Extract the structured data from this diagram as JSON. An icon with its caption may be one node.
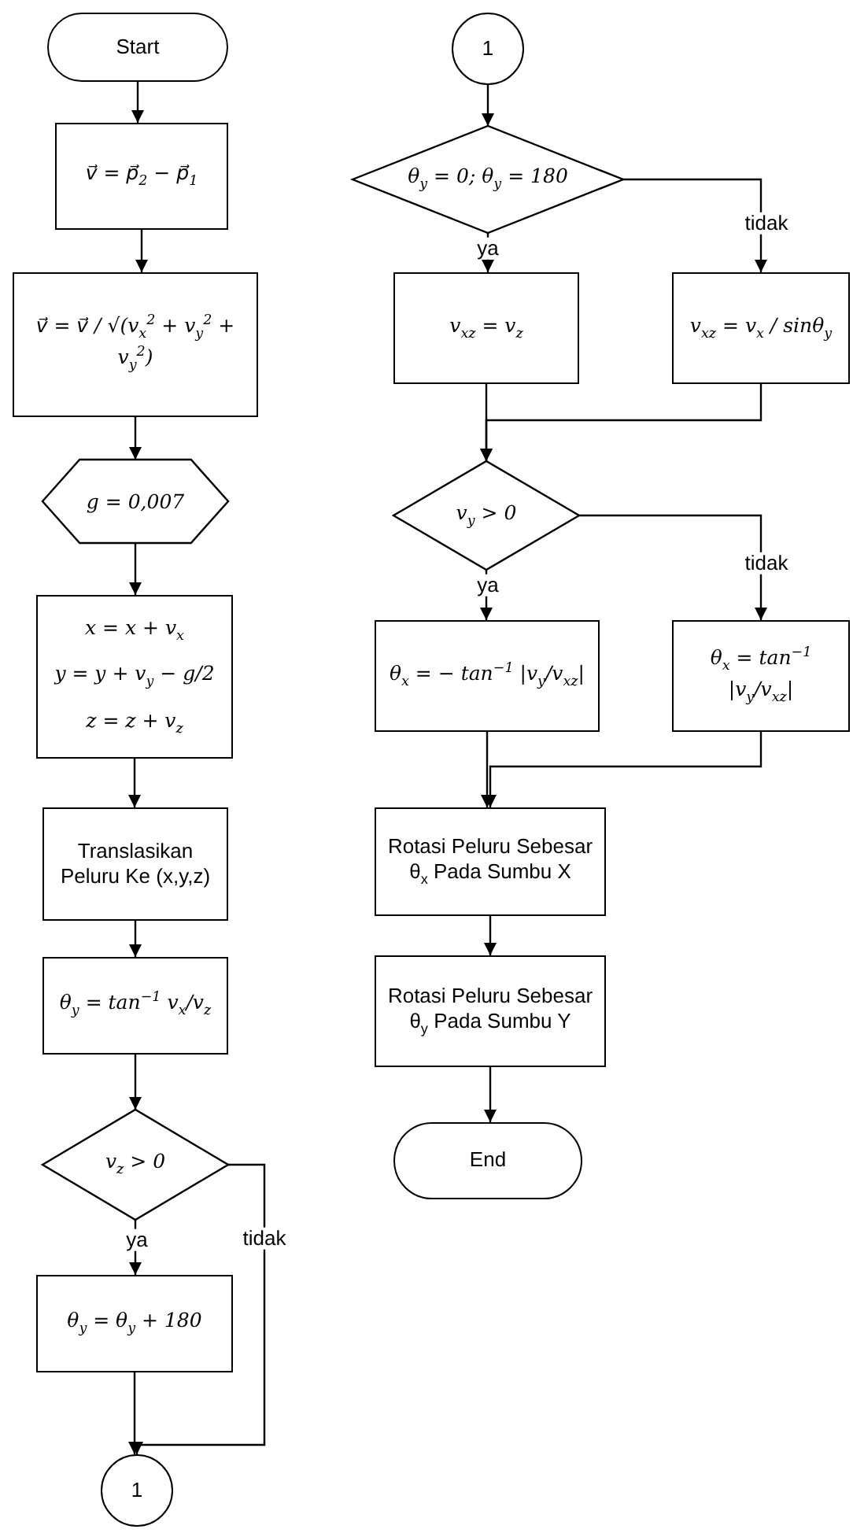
{
  "diagram": {
    "nodes": [
      {
        "text": [
          "Start"
        ]
      },
      {
        "text": [
          "v⃗ = p⃗$_{2}$ − p⃗$_{1}$"
        ]
      },
      {
        "text": [
          "v⃗ = v⃗ / √(v$_{x}$$^{2}$ + v$_{y}$$^{2}$ + v$_{y}$$^{2}$)"
        ]
      },
      {
        "text": [
          "g = 0,007"
        ]
      },
      {
        "text": [
          "x = x + v$_{x}$",
          "y = y + v$_{y}$ − g/2",
          "z = z + v$_{z}$"
        ]
      },
      {
        "text": [
          "Translasikan Peluru Ke (x,y,z)"
        ]
      },
      {
        "text": [
          "θ$_{y}$ = tan$^{−1}$ v$_{x}$/v$_{z}$"
        ]
      },
      {
        "text": [
          "v$_{z}$ > 0"
        ]
      },
      {
        "text": [
          "θ$_{y}$ = θ$_{y}$ + 180"
        ]
      },
      {
        "text": [
          "1"
        ]
      },
      {
        "text": [
          "1"
        ]
      },
      {
        "text": [
          "θ$_{y}$ = 0; θ$_{y}$ = 180"
        ]
      },
      {
        "text": [
          "v$_{xz}$ = v$_{z}$"
        ]
      },
      {
        "text": [
          "v$_{xz}$ = v$_{x}$ / sinθ$_{y}$"
        ]
      },
      {
        "text": [
          "v$_{y}$ > 0"
        ]
      },
      {
        "text": [
          "θ$_{x}$ = − tan$^{−1}$ |v$_{y}$/v$_{xz}$|"
        ]
      },
      {
        "text": [
          "θ$_{x}$ = tan$^{−1}$ |v$_{y}$/v$_{xz}$|"
        ]
      },
      {
        "text": [
          "Rotasi Peluru Sebesar θ$_{x}$ Pada Sumbu X"
        ]
      },
      {
        "text": [
          "Rotasi Peluru Sebesar θ$_{y}$ Pada Sumbu Y"
        ]
      },
      {
        "text": [
          "End"
        ]
      }
    ],
    "edges": [
      {
        "from": 0,
        "to": 1,
        "arrow": "to"
      },
      {
        "from": 1,
        "to": 2,
        "arrow": "to"
      },
      {
        "from": 2,
        "to": 3,
        "arrow": "to"
      },
      {
        "from": 3,
        "to": 4,
        "arrow": "to"
      },
      {
        "from": 4,
        "to": 5,
        "arrow": "to"
      },
      {
        "from": 5,
        "to": 6,
        "arrow": "to"
      },
      {
        "from": 6,
        "to": 7,
        "arrow": "to"
      },
      {
        "from": 7,
        "to": 8,
        "arrow": "to",
        "label": "ya"
      },
      {
        "from": 7,
        "to": 9,
        "arrow": "to",
        "label": "tidak"
      },
      {
        "from": 8,
        "to": 9,
        "arrow": "to"
      },
      {
        "from": 10,
        "to": 11,
        "arrow": "to"
      },
      {
        "from": 11,
        "to": 12,
        "arrow": "to",
        "label": "ya"
      },
      {
        "from": 11,
        "to": 13,
        "arrow": "to",
        "label": "tidak"
      },
      {
        "from": 12,
        "to": 14,
        "arrow": "to"
      },
      {
        "from": 13,
        "to": 14,
        "arrow": "to"
      },
      {
        "from": 14,
        "to": 15,
        "arrow": "to",
        "label": "ya"
      },
      {
        "from": 14,
        "to": 16,
        "arrow": "to",
        "label": "tidak"
      },
      {
        "from": 15,
        "to": 17,
        "arrow": "to"
      },
      {
        "from": 16,
        "to": 17,
        "arrow": "to"
      },
      {
        "from": 17,
        "to": 18,
        "arrow": "to"
      },
      {
        "from": 18,
        "to": 19,
        "arrow": "to"
      }
    ]
  }
}
